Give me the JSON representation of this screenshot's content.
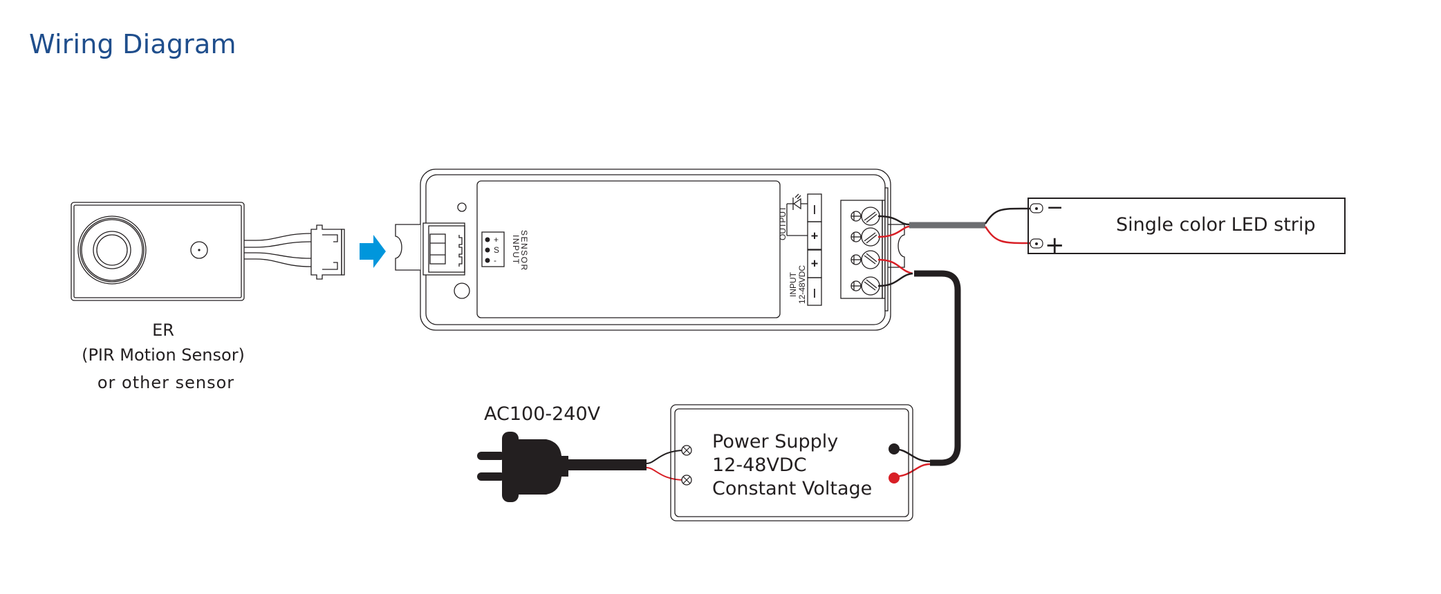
{
  "title": "Wiring Diagram",
  "colors": {
    "title": "#1f4e8c",
    "arrow": "#0096dc",
    "wire_red": "#d81f26",
    "wire_black": "#231f20",
    "cable_gray": "#6d6e71"
  },
  "sensor": {
    "label_line1": "ER",
    "label_line2": "(PIR Motion Sensor)",
    "label_line3": "or other sensor"
  },
  "controller": {
    "sensor_input_label_1": "SENSOR",
    "sensor_input_label_2": "INPUT",
    "sensor_pins": [
      "+",
      "S",
      "-"
    ],
    "output_label": "OUTPUT",
    "input_label_1": "INPUT",
    "input_label_2": "12-48VDC",
    "terminals": [
      "-",
      "+",
      "+",
      "-"
    ]
  },
  "led_strip": {
    "label": "Single color LED strip",
    "minus": "−",
    "plus": "+"
  },
  "ac": {
    "label": "AC100-240V"
  },
  "power_supply": {
    "line1": "Power Supply",
    "line2": "12-48VDC",
    "line3": "Constant Voltage"
  }
}
